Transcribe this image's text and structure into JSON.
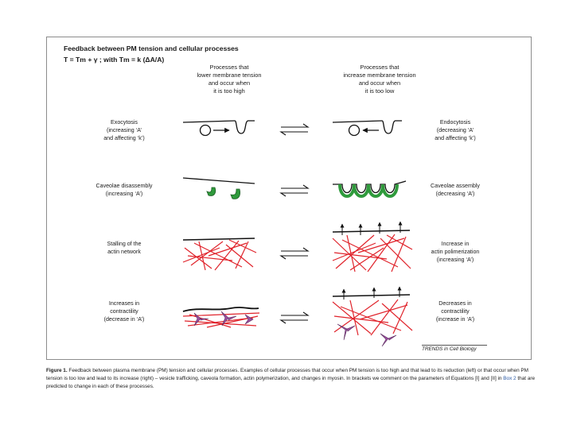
{
  "figure": {
    "title": "Feedback between PM tension and cellular processes",
    "equation": "T = Tm + γ ; with Tm = k (ΔA/A)",
    "col_left": [
      "Processes that",
      "lower membrane tension",
      "and occur when",
      "it is too high"
    ],
    "col_right": [
      "Processes that",
      "increase membrane tension",
      "and occur when",
      "it is too low"
    ],
    "rows": [
      {
        "left": [
          "Exocytosis",
          "(increasing ‘A’",
          "and affecting ‘k’)"
        ],
        "right": [
          "Endocytosis",
          "(decreasing ‘A’",
          "and affecting ‘k’)"
        ]
      },
      {
        "left": [
          "Caveolae disassembly",
          "(increasing ‘A’)"
        ],
        "right": [
          "Caveolae assembly",
          "(decreasing ‘A’)"
        ]
      },
      {
        "left": [
          "Stalling of the",
          "actin network"
        ],
        "right": [
          "Increase in",
          "actin polimerization",
          "(increasing ‘A’)"
        ]
      },
      {
        "left": [
          "Increases in",
          "contractility",
          "(decrease in ‘A’)"
        ],
        "right": [
          "Decreases in",
          "contractility",
          "(increase in ‘A’)"
        ]
      }
    ],
    "credit": "TRENDS in Cell Biology"
  },
  "caption": {
    "label": "Figure 1.",
    "text": " Feedback between plasma membrane (PM) tension and cellular processes. Examples of cellular processes that occur when PM tension is too high and that lead to its reduction (left) or that occur when PM tension is too low and lead to its increase (right) – vesicle trafficking, caveola formation, actin polymerization, and changes in myosin. In brackets we comment on the parameters of Equations [I] and [II] in ",
    "link": "Box 2",
    "text_end": " that are predicted to change in each of these processes."
  },
  "colors": {
    "actin": "#e0232b",
    "caveolae": "#2f9a3c",
    "myosin": "#9c4fa0",
    "line": "#111111"
  }
}
